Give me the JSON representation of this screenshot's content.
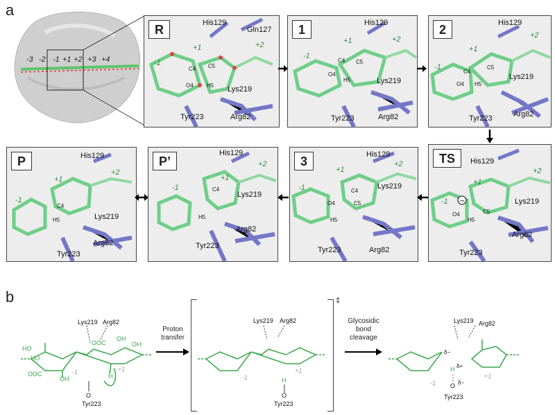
{
  "figure": {
    "panel_a_label": "a",
    "panel_b_label": "b",
    "overview_positions": [
      "-3",
      "-2",
      "-1",
      "+1",
      "+2",
      "+3",
      "+4"
    ],
    "structures": [
      {
        "id": "R",
        "badge": "R",
        "labels": [
          "His129",
          "Gln127",
          "+1",
          "+2",
          "-1",
          "C4",
          "C5",
          "O4",
          "H5",
          "Lys219",
          "Tyr223",
          "Arg82"
        ]
      },
      {
        "id": "1",
        "badge": "1",
        "labels": [
          "His129",
          "+1",
          "+2",
          "-1",
          "C4",
          "C5",
          "O4",
          "H5",
          "Lys219",
          "Tyr223",
          "Arg82"
        ]
      },
      {
        "id": "2",
        "badge": "2",
        "labels": [
          "His129",
          "+1",
          "+2",
          "-1",
          "C4",
          "C5",
          "O4",
          "H5",
          "Lys219",
          "Tyr223",
          "Arg82"
        ]
      },
      {
        "id": "P",
        "badge": "P",
        "labels": [
          "His129",
          "+1",
          "+2",
          "-1",
          "C4",
          "H5",
          "Lys219",
          "Tyr223",
          "Arg82"
        ]
      },
      {
        "id": "Pp",
        "badge": "P’",
        "labels": [
          "His129",
          "+1",
          "+2",
          "-1",
          "C4",
          "H5",
          "Lys219",
          "Tyr223",
          "Arg82"
        ]
      },
      {
        "id": "3",
        "badge": "3",
        "labels": [
          "His129",
          "+1",
          "+2",
          "-1",
          "C4",
          "C5",
          "O4",
          "H5",
          "Lys219",
          "Tyr223",
          "Arg82"
        ]
      },
      {
        "id": "TS",
        "badge": "TS",
        "labels": [
          "His129",
          "+1",
          "+2",
          "-1",
          "C5",
          "O4",
          "H5",
          "Lys219",
          "Tyr223",
          "Arg82"
        ]
      }
    ],
    "scheme": {
      "left": {
        "lys": "Lys219",
        "arg": "Arg82",
        "tyr": "Tyr223",
        "sub_minus": "-1",
        "sub_plus": "+1",
        "groups": [
          "HO",
          "HO",
          "OOC",
          "OH",
          "OOC",
          "OH",
          "OH",
          "H",
          "O"
        ]
      },
      "arrow1": {
        "line1": "Proton",
        "line2": "transfer"
      },
      "middle": {
        "lys": "Lys219",
        "arg": "Arg82",
        "tyr": "Tyr223",
        "sub_minus": "-1",
        "sub_plus": "+1",
        "dagger": "‡",
        "h": "H",
        "o": "O"
      },
      "arrow2": {
        "line1": "Glycosidic",
        "line2": "bond",
        "line3": "cleavage"
      },
      "right": {
        "lys": "Lys219",
        "arg": "Arg82",
        "tyr": "Tyr223",
        "sub_minus": "-1",
        "sub_plus": "+1",
        "delta_minus": "δ−",
        "delta_plus": "δ+",
        "h": "H",
        "o": "O"
      }
    }
  }
}
